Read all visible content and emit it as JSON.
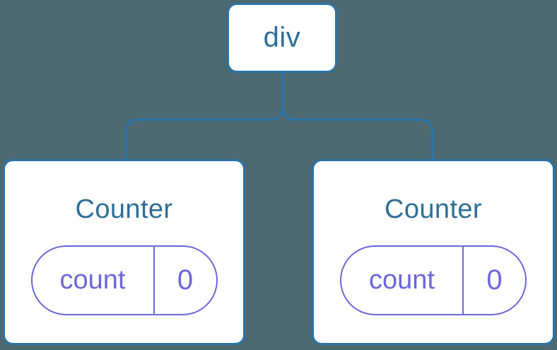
{
  "diagram": {
    "type": "component-tree",
    "root": {
      "label": "div"
    },
    "children": [
      {
        "title": "Counter",
        "state_key": "count",
        "state_value": "0"
      },
      {
        "title": "Counter",
        "state_key": "count",
        "state_value": "0"
      }
    ],
    "colors": {
      "background": "#4C6971",
      "line": "#2C73A8",
      "node_bg": "#FFFFFF",
      "label_text": "#2E6E96",
      "state_accent": "#6C66DB"
    }
  }
}
